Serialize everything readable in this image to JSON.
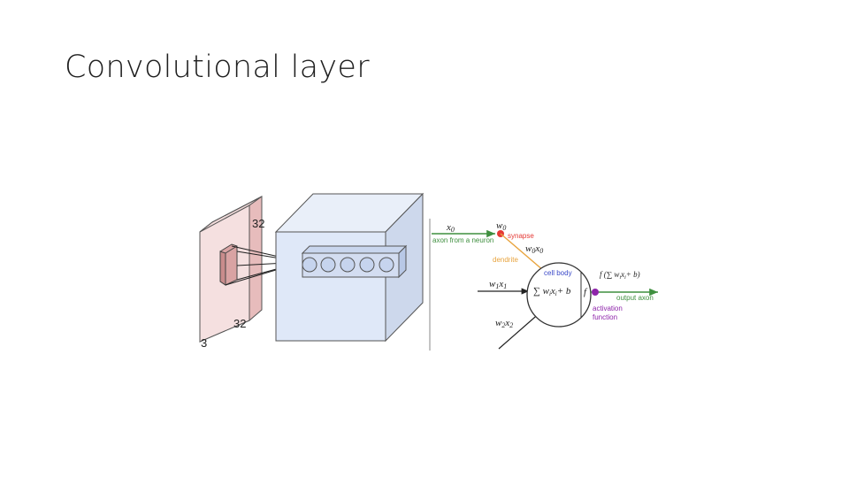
{
  "slide": {
    "title": "Convolutional layer"
  },
  "volume": {
    "width_label": "32",
    "height_label": "32",
    "depth_label": "3"
  },
  "neuron": {
    "x0": "x",
    "x0_sub": "0",
    "w0": "w",
    "w0_sub": "0",
    "synapse": "synapse",
    "axon_from": "axon from a neuron",
    "w0x0_w": "w",
    "w0x0_wsub": "0",
    "w0x0_x": "x",
    "w0x0_xsub": "0",
    "dendrite": "dendrite",
    "cell_body": "cell body",
    "w1x1_w": "w",
    "w1x1_wsub": "1",
    "w1x1_x": "x",
    "w1x1_xsub": "1",
    "sum_text": "∑ w",
    "sum_i": "i",
    "sum_x": "x",
    "sum_xi": "i",
    "sum_plus_b": "+ b",
    "f": "f",
    "out_expr_f": "f",
    "out_expr_sum": "∑ w",
    "out_expr_i": "i",
    "out_expr_x": "x",
    "out_expr_xi": "i",
    "out_expr_b": "+ b",
    "output_axon": "output axon",
    "activation": "activation",
    "function": "function",
    "w2x2_w": "w",
    "w2x2_wsub": "2",
    "w2x2_x": "x",
    "w2x2_xsub": "2"
  },
  "colors": {
    "input_face": "#f3dcdc",
    "input_side": "#e9c4c4",
    "cube_front": "#dfe8f8",
    "cube_top": "#e9eff9",
    "cube_side": "#cdd8ec",
    "synapse_red": "#e53935",
    "axon_green": "#3f8f3f",
    "dendrite_orange": "#e8a33d",
    "cell_blue": "#3a48c8",
    "activation_purple": "#8e24aa"
  }
}
